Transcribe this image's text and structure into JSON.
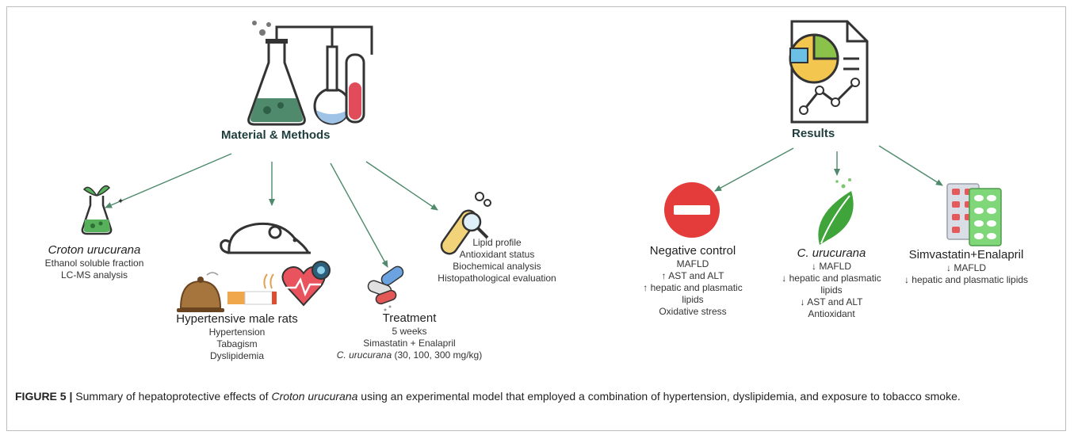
{
  "materials": {
    "title": "Material & Methods",
    "croton": {
      "name": "Croton urucurana",
      "lines": [
        "Ethanol soluble fraction",
        "LC-MS analysis"
      ]
    },
    "rats": {
      "heading": "Hypertensive male rats",
      "lines": [
        "Hypertension",
        "Tabagism",
        "Dyslipidemia"
      ]
    },
    "treatment": {
      "heading": "Treatment",
      "lines": [
        "5 weeks",
        "Simastatin + Enalapril"
      ],
      "dose_italic": "C. urucurana",
      "dose_rest": " (30, 100, 300 mg/kg)"
    },
    "analysis": {
      "lines": [
        "Lipid profile",
        "Antioxidant status",
        "Biochemical analysis",
        "Histopathological evaluation"
      ]
    }
  },
  "results": {
    "title": "Results",
    "negative": {
      "heading": "Negative control",
      "lines": [
        "MAFLD",
        "↑ AST and ALT",
        "↑ hepatic and plasmatic",
        "lipids",
        "Oxidative stress"
      ]
    },
    "croton": {
      "heading": "C. urucurana",
      "lines": [
        "↓ MAFLD",
        "↓ hepatic and plasmatic",
        "lipids",
        "↓ AST and ALT",
        "Antioxidant"
      ]
    },
    "simva": {
      "heading": "Simvastatin+Enalapril",
      "lines": [
        "↓ MAFLD",
        "↓ hepatic and plasmatic lipids"
      ]
    }
  },
  "caption": {
    "label": "FIGURE 5 |",
    "text_before": " Summary of hepatoprotective effects of ",
    "italic": "Croton urucurana",
    "text_after": " using an experimental model that employed a combination of hypertension, dyslipidemia, and exposure to tobacco smoke."
  },
  "colors": {
    "arrow": "#4e8a6b",
    "title": "#1f3d3d",
    "stop": "#e43b3b",
    "leaf": "#3fa43a"
  },
  "icons": [
    "lab-glassware-icon",
    "plant-flask-icon",
    "rat-icon",
    "food-icon",
    "cigarette-icon",
    "heart-health-icon",
    "pills-icon",
    "test-tube-magnifier-icon",
    "report-chart-icon",
    "stop-sign-icon",
    "leaf-icon",
    "blister-pack-icon"
  ]
}
